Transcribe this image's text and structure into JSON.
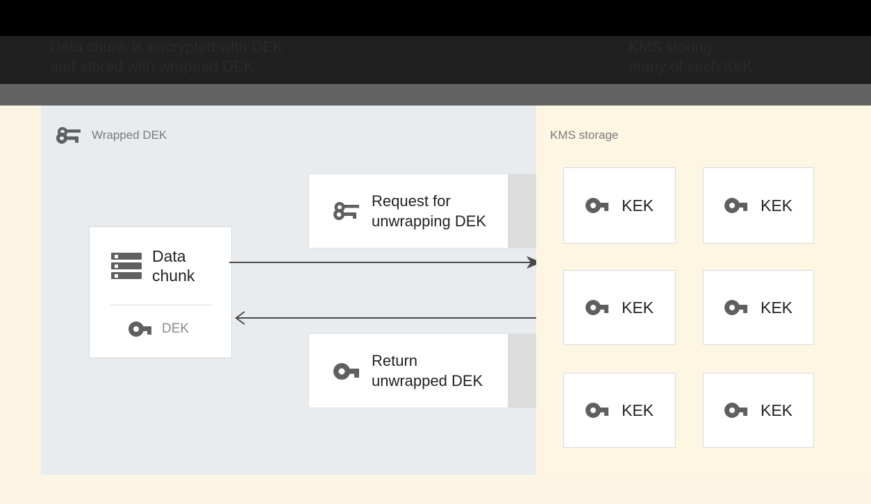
{
  "header": {
    "left_line1": "Data chunk is encrypted with DEK",
    "left_line2": "and stored with wrapped DEK",
    "right_line1": "KMS storing",
    "right_line2": "many of such KeK"
  },
  "left_panel": {
    "label": "Wrapped DEK",
    "icon": "wrapped-key-icon",
    "data_card": {
      "icon": "database-icon",
      "title": "Data\nchunk",
      "key_icon": "key-icon",
      "key_label": "DEK"
    },
    "messages": [
      {
        "id": "request",
        "icon": "wrapped-key-icon",
        "text": "Request for\nunwrapping DEK"
      },
      {
        "id": "return",
        "icon": "key-icon",
        "text": "Return\nunwrapped DEK"
      }
    ],
    "arrows": [
      {
        "id": "request-arrow",
        "direction": "right"
      },
      {
        "id": "return-arrow",
        "direction": "left"
      }
    ]
  },
  "right_panel": {
    "label": "KMS storage",
    "keys": [
      {
        "icon": "key-icon",
        "label": "KEK"
      },
      {
        "icon": "key-icon",
        "label": "KEK"
      },
      {
        "icon": "key-icon",
        "label": "KEK"
      },
      {
        "icon": "key-icon",
        "label": "KEK"
      },
      {
        "icon": "key-icon",
        "label": "KEK"
      },
      {
        "icon": "key-icon",
        "label": "KEK"
      }
    ]
  },
  "colors": {
    "background": "#FCF5E3",
    "left_panel": "#E8ECEF",
    "right_panel": "#FDF6E3",
    "topbar": "#000000",
    "header_band": "#202020",
    "gray_band": "#636363",
    "icon_gray": "#5F5F5F",
    "label_gray": "#7A7A7A",
    "text_dark": "#1F1F1F"
  }
}
